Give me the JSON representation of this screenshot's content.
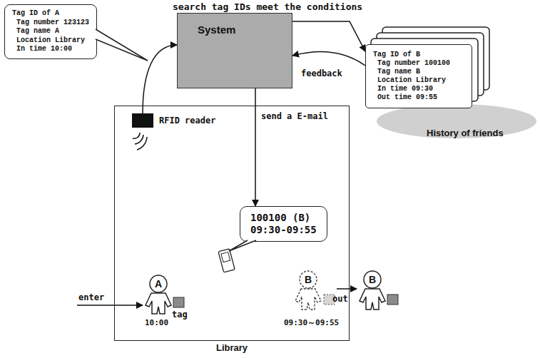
{
  "diagram": {
    "nodes": [
      {
        "text": [
          "Tag ID of A",
          "Tag number 123123",
          "Tag name A",
          "Location Library",
          "In time 10:00"
        ]
      },
      {
        "text": [
          "System"
        ]
      },
      {
        "text": [
          "Tag ID of B",
          "Tag number 100100",
          "Tag name B",
          "Location Library",
          "In time 09:30",
          "Out time 09:55"
        ]
      },
      {
        "text": [
          "Library"
        ]
      },
      {
        "text": [
          "RFID reader"
        ],
        "in": 3
      },
      {
        "text": [
          "100100 (B)",
          "09:30-09:55"
        ],
        "in": 3
      }
    ],
    "edges": [
      {
        "from": 4,
        "to": 1,
        "arrow": "to"
      },
      {
        "from": 1,
        "to": 2,
        "label": "search tag IDs meet the conditions",
        "arrow": "to"
      },
      {
        "from": 2,
        "to": 1,
        "label": "feedback",
        "arrow": "to"
      },
      {
        "from": 1,
        "to": 5,
        "label": "send a E-mail",
        "arrow": "to"
      }
    ],
    "labels": [
      "enter",
      "A",
      "tag",
      "10:00",
      "B",
      "09:30～09:55",
      "out",
      "B",
      "History of friends"
    ]
  }
}
